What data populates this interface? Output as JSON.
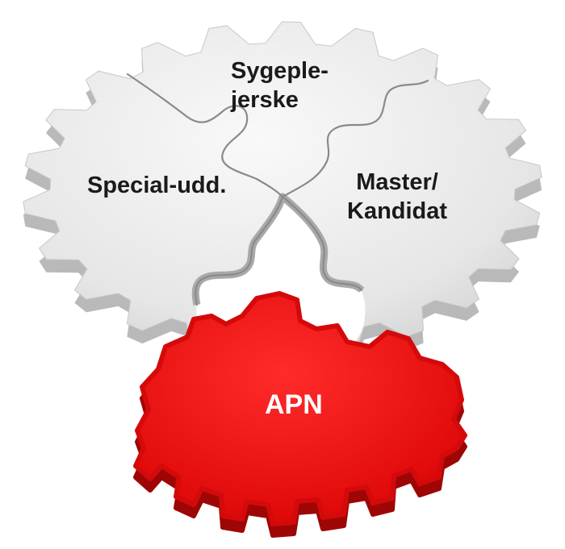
{
  "pieces": {
    "top": {
      "line1": "Sygeple-",
      "line2": "jerske"
    },
    "left": {
      "label": "Special-udd."
    },
    "right": {
      "line1": "Master/",
      "line2": "Kandidat"
    },
    "red": {
      "label": "APN"
    }
  },
  "colors": {
    "grey_face": "#ececec",
    "grey_side": "#b9b9b9",
    "seam": "#8a8a8a",
    "red_face": "#e30d0d",
    "red_side": "#9e0606",
    "text_dark": "#1a1a1a",
    "text_light": "#ffffff"
  }
}
